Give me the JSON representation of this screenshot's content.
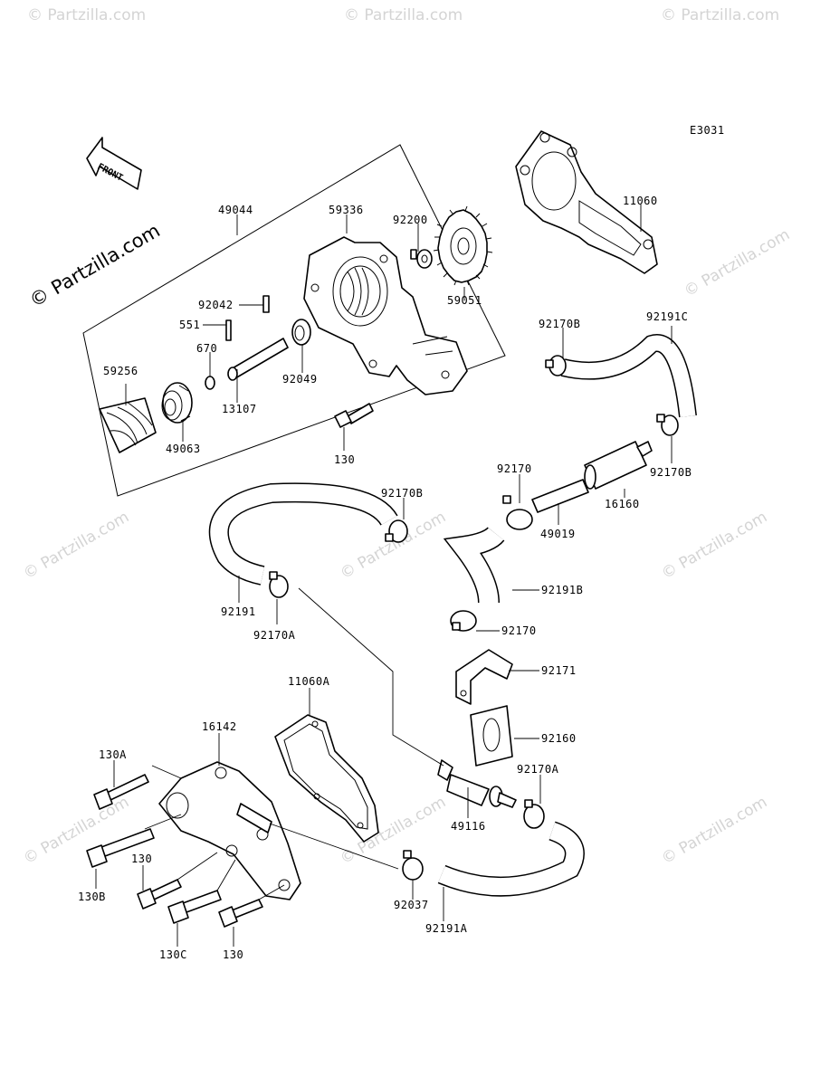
{
  "diagram_code": "E3031",
  "front_label": "FRONT",
  "watermark": "© Partzilla.com",
  "parts": {
    "p49044": "49044",
    "p59336": "59336",
    "p92200": "92200",
    "p59051": "59051",
    "p11060": "11060",
    "p92042": "92042",
    "p551": "551",
    "p670": "670",
    "p59256": "59256",
    "p13107": "13107",
    "p92049": "92049",
    "p49063": "49063",
    "p130_top": "130",
    "p92170B_a": "92170B",
    "p92191C": "92191C",
    "p92170B_b": "92170B",
    "p92170_a": "92170",
    "p16160": "16160",
    "p49019": "49019",
    "p92170B_c": "92170B",
    "p92191": "92191",
    "p92170A_a": "92170A",
    "p92191B": "92191B",
    "p92170_b": "92170",
    "p92171": "92171",
    "p11060A": "11060A",
    "p16142": "16142",
    "p92160": "92160",
    "p130A": "130A",
    "p92170A_b": "92170A",
    "p49116": "49116",
    "p130B": "130B",
    "p130_mid": "130",
    "p92037": "92037",
    "p92191A": "92191A",
    "p130C": "130C",
    "p130_bot": "130"
  }
}
